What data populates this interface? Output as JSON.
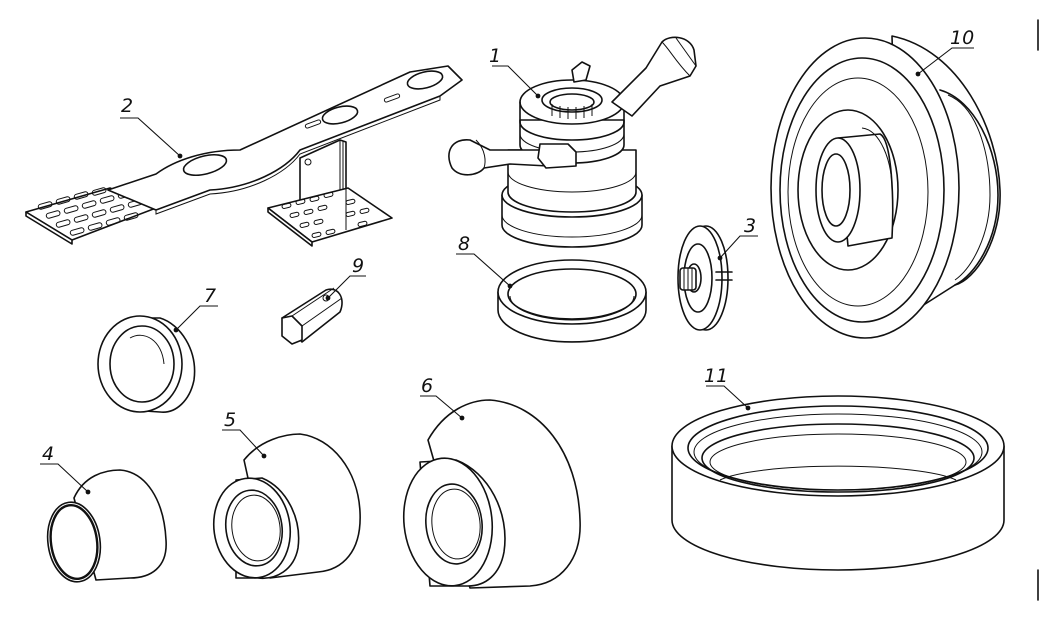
{
  "labels": [
    {
      "id": "part-1",
      "text": "1"
    },
    {
      "id": "part-2",
      "text": "2"
    },
    {
      "id": "part-3",
      "text": "3"
    },
    {
      "id": "part-4",
      "text": "4"
    },
    {
      "id": "part-5",
      "text": "5"
    },
    {
      "id": "part-6",
      "text": "6"
    },
    {
      "id": "part-7",
      "text": "7"
    },
    {
      "id": "part-8",
      "text": "8"
    },
    {
      "id": "part-9",
      "text": "9"
    },
    {
      "id": "part-10",
      "text": "10"
    },
    {
      "id": "part-11",
      "text": "11"
    }
  ],
  "colors": {
    "line": "#111111",
    "background": "#ffffff"
  }
}
